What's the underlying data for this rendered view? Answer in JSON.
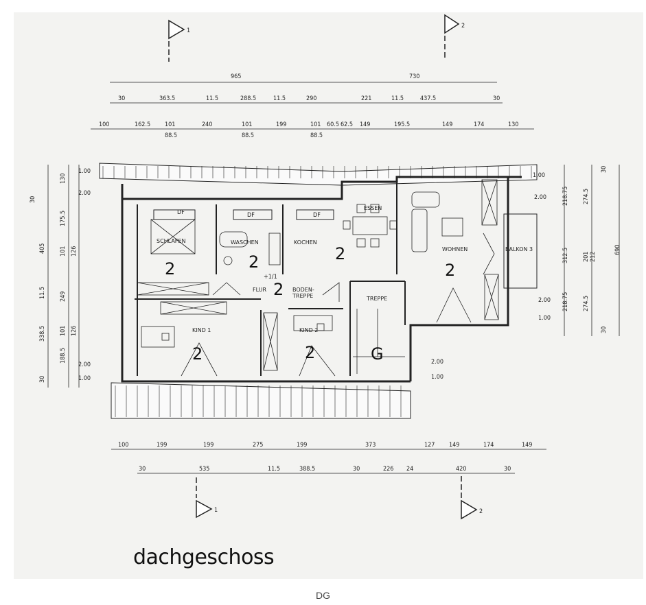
{
  "plan": {
    "title": "dachgeschoss",
    "caption": "DG",
    "rooms": [
      {
        "name": "SCHLAFEN",
        "unit": "2"
      },
      {
        "name": "WASCHEN",
        "unit": "2"
      },
      {
        "name": "KOCHEN",
        "unit": "2"
      },
      {
        "name": "ESSEN"
      },
      {
        "name": "WOHNEN",
        "unit": "2"
      },
      {
        "name": "BALKON 3"
      },
      {
        "name": "FLUR",
        "unit": "2"
      },
      {
        "name": "BODEN-",
        "name2": "TREPPE"
      },
      {
        "name": "TREPPE",
        "unit": "G"
      },
      {
        "name": "KIND 1",
        "unit": "2"
      },
      {
        "name": "KIND 2",
        "unit": "2"
      }
    ],
    "fixture_labels": [
      "DF",
      "DF",
      "DF"
    ],
    "section_marks": [
      "1",
      "2",
      "1",
      "2"
    ],
    "dims_top_1": [
      "965",
      "730"
    ],
    "dims_top_2": [
      "30",
      "363.5",
      "11.5",
      "288.5",
      "11.5",
      "290",
      "221",
      "11.5",
      "437.5",
      "30"
    ],
    "dims_top_3": [
      "100",
      "162.5",
      "101",
      "240",
      "101",
      "199",
      "101",
      "60.5",
      "62.5",
      "149",
      "195.5",
      "149",
      "174",
      "130"
    ],
    "dims_top_3b": [
      "88.5",
      "88.5",
      "88.5"
    ],
    "dims_bottom_1": [
      "100",
      "199",
      "199",
      "275",
      "199",
      "373",
      "127",
      "149",
      "174",
      "149"
    ],
    "dims_bottom_2": [
      "30",
      "535",
      "11.5",
      "388.5",
      "30",
      "226",
      "24",
      "420",
      "30"
    ],
    "dims_left": [
      "130",
      "30",
      "175.5",
      "405",
      "101",
      "126",
      "11.5",
      "249",
      "101",
      "126",
      "338.5",
      "188.5",
      "30"
    ],
    "levels_left": [
      "1.00",
      "2.00",
      "2.00",
      "1.00"
    ],
    "levels_right": [
      "1.00",
      "2.00",
      "2.00",
      "1.00",
      "2.00",
      "1.00"
    ],
    "dims_right": [
      "218.75",
      "312.5",
      "218.75",
      "274.5",
      "201",
      "212",
      "274.5",
      "30",
      "690",
      "30"
    ],
    "stair_mark": "+1/1"
  }
}
